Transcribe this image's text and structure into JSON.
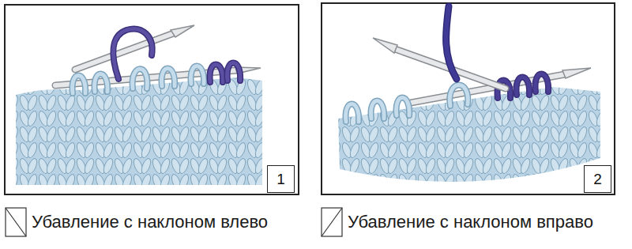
{
  "diagram": {
    "nodes": [
      {
        "text": [
          "1"
        ]
      },
      {
        "text": [
          "2"
        ]
      }
    ],
    "legend": [
      {
        "text": "Убавление с наклоном влево"
      },
      {
        "text": "Убавление с наклоном вправо"
      }
    ]
  }
}
